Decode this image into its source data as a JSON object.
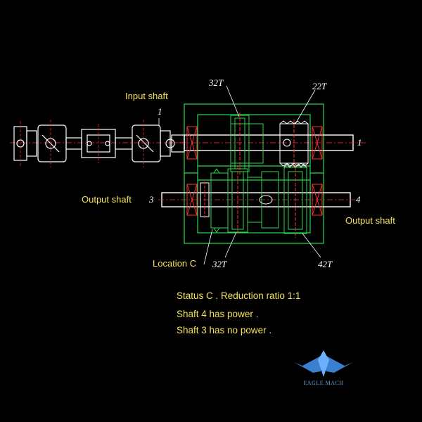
{
  "labels": {
    "input_shaft": "Input shaft",
    "output_shaft_left": "Output shaft",
    "output_shaft_right": "Output shaft",
    "location": "Location C",
    "shaft_1_left": "1",
    "shaft_1_right": "1",
    "shaft_3": "3",
    "shaft_4": "4",
    "gear_32t_top": "32T",
    "gear_22t": "22T",
    "gear_32t_bottom": "32T",
    "gear_42t": "42T"
  },
  "status": {
    "line1": "Status C . Reduction ratio 1:1",
    "line2": "Shaft 4 has power .",
    "line3": "Shaft 3 has no power ."
  },
  "logo": {
    "text": "EAGLE MACH"
  },
  "colors": {
    "housing": "#2bd84a",
    "shaft": "#ffffff",
    "gear": "#2bd84a",
    "centerline": "#ff3030",
    "coupling": "#ffffff",
    "bearing": "#ff3030",
    "label_yellow": "#f3e35a",
    "logo": "#3a7fd0"
  }
}
